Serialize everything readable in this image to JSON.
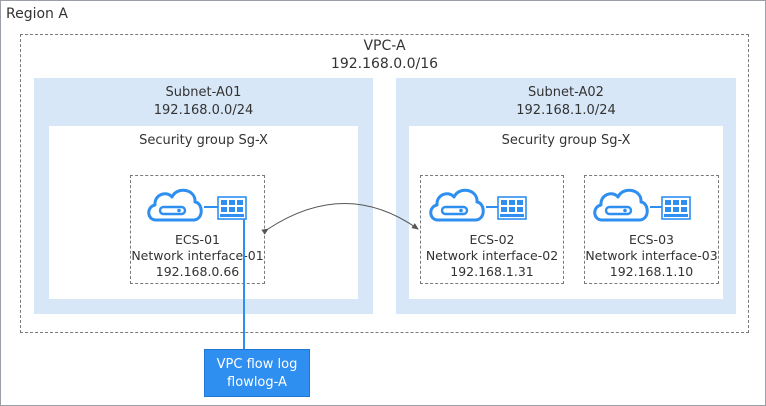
{
  "region": {
    "label": "Region A"
  },
  "vpc": {
    "name": "VPC-A",
    "cidr": "192.168.0.0/16"
  },
  "subnets": [
    {
      "name": "Subnet-A01",
      "cidr": "192.168.0.0/24",
      "security_group": "Security group Sg-X"
    },
    {
      "name": "Subnet-A02",
      "cidr": "192.168.1.0/24",
      "security_group": "Security group Sg-X"
    }
  ],
  "servers": [
    {
      "name": "ECS-01",
      "interface": "Network interface-01",
      "ip": "192.168.0.66"
    },
    {
      "name": "ECS-02",
      "interface": "Network interface-02",
      "ip": "192.168.1.31"
    },
    {
      "name": "ECS-03",
      "interface": "Network interface-03",
      "ip": "192.168.1.10"
    }
  ],
  "flow_log": {
    "line1": "VPC flow log",
    "line2": "flowlog-A"
  },
  "colors": {
    "accent": "#2f8ff0",
    "subnet_fill": "#d7e7f7",
    "cloud_icon": "#2f8ff0"
  },
  "icons": [
    "cloud-server-icon",
    "network-interface-card-icon",
    "bidirectional-arrow"
  ]
}
